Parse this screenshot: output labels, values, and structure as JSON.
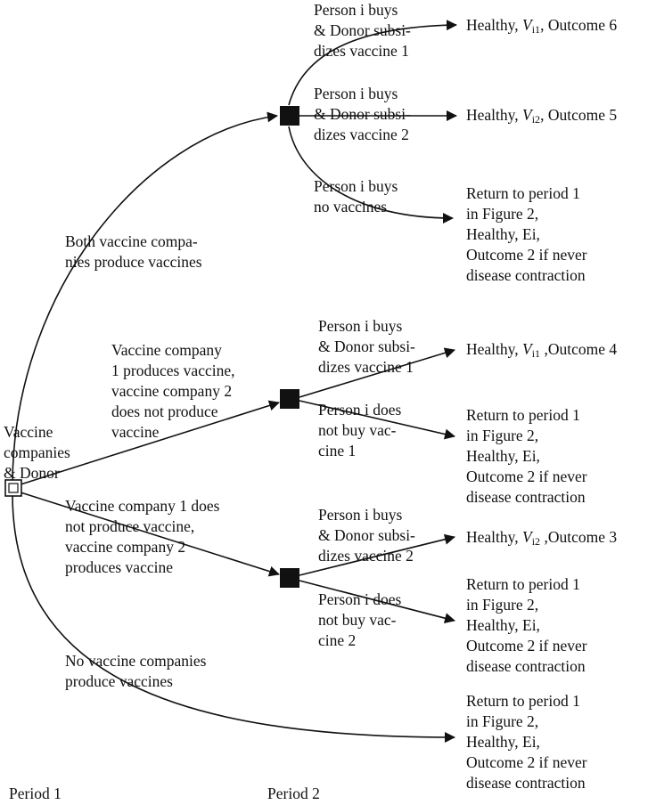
{
  "root": {
    "label_lines": [
      "Vaccine",
      "companies",
      "& Donor"
    ]
  },
  "periods": {
    "period1": "Period 1",
    "period2": "Period 2"
  },
  "branches": {
    "both": {
      "lines": [
        "Both vaccine compa-",
        "nies produce vaccines"
      ]
    },
    "c1_only": {
      "lines": [
        "Vaccine company",
        "1 produces vaccine,",
        "vaccine company 2",
        "does not produce",
        "vaccine"
      ]
    },
    "c2_only": {
      "lines": [
        "Vaccine company 1 does",
        "not produce vaccine,",
        "vaccine company 2",
        "produces vaccine"
      ]
    },
    "none": {
      "lines": [
        "No vaccine companies",
        "produce vaccines"
      ]
    }
  },
  "sub_branches": {
    "both_v1": {
      "lines": [
        "Person i buys",
        "& Donor subsi-",
        "dizes vaccine 1"
      ]
    },
    "both_v2": {
      "lines": [
        "Person i buys",
        "& Donor subsi-",
        "dizes vaccine 2"
      ]
    },
    "both_none": {
      "lines": [
        "Person i buys",
        "no vaccines"
      ]
    },
    "c1_buy": {
      "lines": [
        "Person i buys",
        "& Donor subsi-",
        "dizes vaccine 1"
      ]
    },
    "c1_nobuy": {
      "lines": [
        "Person i does",
        "not buy vac-",
        "cine 1"
      ]
    },
    "c2_buy": {
      "lines": [
        "Person i buys",
        "& Donor subsi-",
        "dizes vaccine 2"
      ]
    },
    "c2_nobuy": {
      "lines": [
        "Person i does",
        "not buy vac-",
        "cine 2"
      ]
    }
  },
  "outcomes": {
    "o6": {
      "prefix": "Healthy, ",
      "var": "V",
      "sub": "i1",
      "suffix": ", Outcome 6"
    },
    "o5": {
      "prefix": "Healthy, ",
      "var": "V",
      "sub": "i2",
      "suffix": ", Outcome 5"
    },
    "o2a": {
      "lines": [
        "Return to period 1",
        "in Figure 2,",
        "Healthy, Ei,",
        "Outcome 2 if never",
        "disease contraction"
      ]
    },
    "o4": {
      "prefix": "Healthy, ",
      "var": "V",
      "sub": "i1",
      "suffix": " ,Outcome 4"
    },
    "o2b": {
      "lines": [
        "Return to period 1",
        "in Figure 2,",
        "Healthy, Ei,",
        "Outcome 2 if never",
        "disease contraction"
      ]
    },
    "o3": {
      "prefix": "Healthy, ",
      "var": "V",
      "sub": "i2",
      "suffix": " ,Outcome 3"
    },
    "o2c": {
      "lines": [
        "Return to period 1",
        "in Figure 2,",
        "Healthy, Ei,",
        "Outcome 2 if never",
        "disease contraction"
      ]
    },
    "o2d": {
      "lines": [
        "Return to period 1",
        "in Figure 2,",
        "Healthy, Ei,",
        "Outcome 2 if never",
        "disease contraction"
      ]
    }
  }
}
